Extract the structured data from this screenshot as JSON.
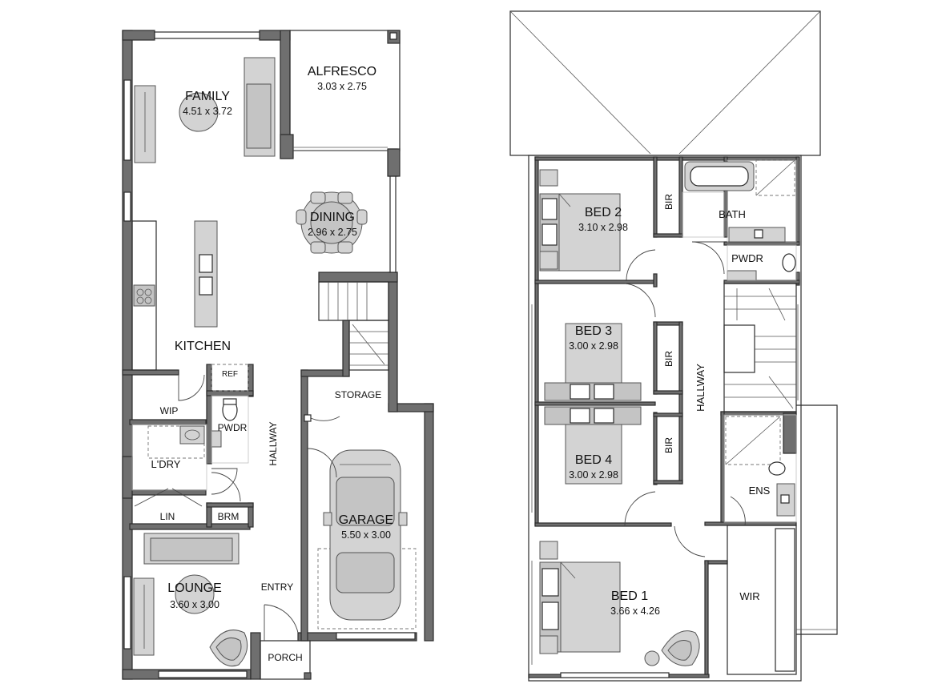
{
  "ground_floor": {
    "rooms": [
      {
        "key": "family",
        "name": "FAMILY",
        "size": "4.51 x 3.72"
      },
      {
        "key": "alfresco",
        "name": "ALFRESCO",
        "size": "3.03 x 2.75"
      },
      {
        "key": "dining",
        "name": "DINING",
        "size": "2.96 x 2.75"
      },
      {
        "key": "kitchen",
        "name": "KITCHEN"
      },
      {
        "key": "ref",
        "name": "REF"
      },
      {
        "key": "wip",
        "name": "WIP"
      },
      {
        "key": "pwdr",
        "name": "PWDR"
      },
      {
        "key": "storage",
        "name": "STORAGE"
      },
      {
        "key": "laundry",
        "name": "L'DRY"
      },
      {
        "key": "hallway",
        "name": "HALLWAY"
      },
      {
        "key": "lin",
        "name": "LIN"
      },
      {
        "key": "brm",
        "name": "BRM"
      },
      {
        "key": "garage",
        "name": "GARAGE",
        "size": "5.50 x 3.00"
      },
      {
        "key": "lounge",
        "name": "LOUNGE",
        "size": "3.60 x 3.00"
      },
      {
        "key": "entry",
        "name": "ENTRY"
      },
      {
        "key": "porch",
        "name": "PORCH"
      }
    ]
  },
  "upper_floor": {
    "rooms": [
      {
        "key": "bed2",
        "name": "BED 2",
        "size": "3.10 x 2.98"
      },
      {
        "key": "bir1",
        "name": "BIR"
      },
      {
        "key": "bath",
        "name": "BATH"
      },
      {
        "key": "pwdr",
        "name": "PWDR"
      },
      {
        "key": "bed3",
        "name": "BED 3",
        "size": "3.00 x 2.98"
      },
      {
        "key": "bir2",
        "name": "BIR"
      },
      {
        "key": "hallway",
        "name": "HALLWAY"
      },
      {
        "key": "bed4",
        "name": "BED 4",
        "size": "3.00 x 2.98"
      },
      {
        "key": "bir3",
        "name": "BIR"
      },
      {
        "key": "ens",
        "name": "ENS"
      },
      {
        "key": "bed1",
        "name": "BED 1",
        "size": "3.66 x 4.26"
      },
      {
        "key": "wir",
        "name": "WIR"
      }
    ]
  }
}
